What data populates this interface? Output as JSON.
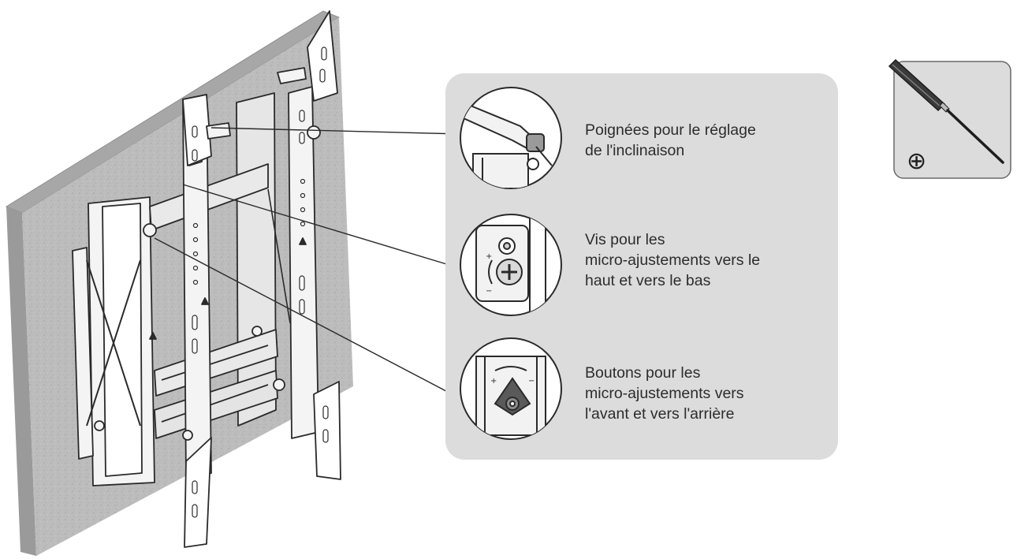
{
  "callouts": [
    {
      "id": "tilt-handles",
      "icon": "tilt-lever-detail",
      "lines": [
        "Poignées pour le réglage",
        "de l'inclinaison"
      ]
    },
    {
      "id": "vertical-screws",
      "icon": "micro-adjust-screw-detail",
      "lines": [
        "Vis pour les",
        "micro-ajustements vers le",
        "haut et vers le bas"
      ]
    },
    {
      "id": "depth-knobs",
      "icon": "depth-knob-detail",
      "lines": [
        "Boutons pour les",
        "micro-ajustements vers",
        "l'avant et vers l'arrière"
      ]
    }
  ],
  "tool": {
    "icon": "phillips-screwdriver-icon",
    "symbol": "⊕"
  },
  "colors": {
    "panel": "#dcdcdc",
    "wall": "#bdbdbd",
    "wall_edge": "#9c9c9c",
    "metal": "#f4f4f4",
    "stroke": "#2a2a2a",
    "text": "#2c2c2c"
  }
}
